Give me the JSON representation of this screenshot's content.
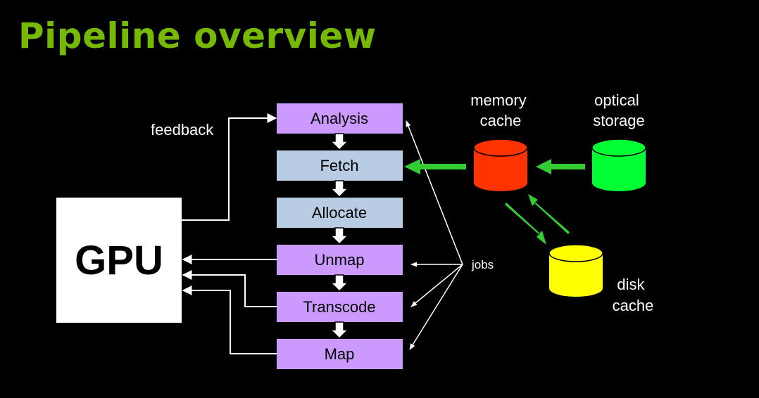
{
  "title": "Pipeline overview",
  "gpu_label": "GPU",
  "stages": [
    {
      "label": "Analysis",
      "color": "#cc99ff"
    },
    {
      "label": "Fetch",
      "color": "#b8cce4"
    },
    {
      "label": "Allocate",
      "color": "#b8cce4"
    },
    {
      "label": "Unmap",
      "color": "#cc99ff"
    },
    {
      "label": "Transcode",
      "color": "#cc99ff"
    },
    {
      "label": "Map",
      "color": "#cc99ff"
    }
  ],
  "labels": {
    "feedback": "feedback",
    "jobs": "jobs",
    "memory_cache": [
      "memory",
      "cache"
    ],
    "optical_storage": [
      "optical",
      "storage"
    ],
    "disk_cache": [
      "disk",
      "cache"
    ]
  },
  "colors": {
    "title": "#76b900",
    "memory_cache": "#ff3300",
    "optical_storage": "#00ff33",
    "disk_cache": "#ffff00",
    "data_arrow": "#33cc33"
  }
}
